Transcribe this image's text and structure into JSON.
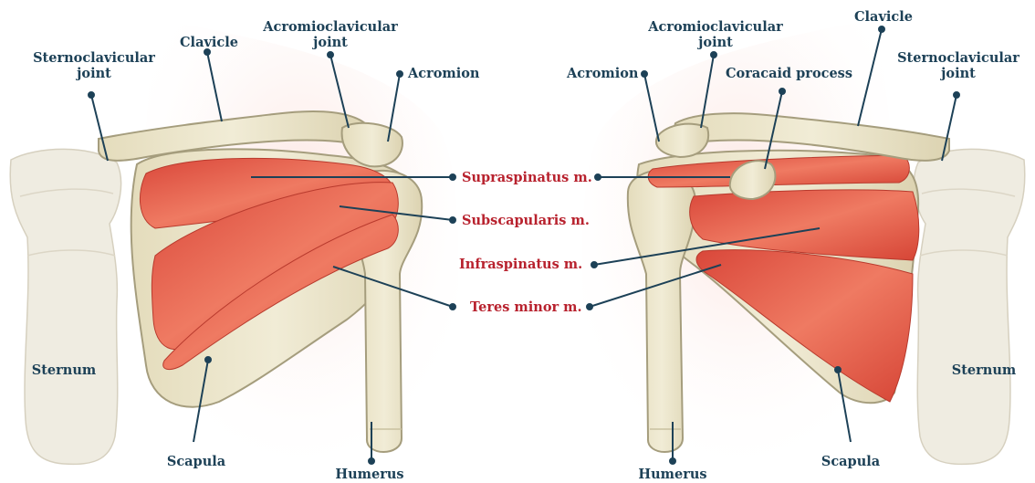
{
  "colors": {
    "structure_label": "#1d4157",
    "muscle_label": "#b8222e",
    "bone": "#e9e3c8",
    "bone_outline": "#a59d7d",
    "muscle": "#e35a48",
    "tendon": "#f8d3c8",
    "skin": "#f9e1dc"
  },
  "labels": {
    "left_sternoclavicular": "Sternoclavicular joint",
    "left_clavicle": "Clavicle",
    "left_acromioclavicular": "Acromioclavicular joint",
    "left_acromion": "Acromion",
    "left_sternum": "Sternum",
    "left_scapula": "Scapula",
    "left_humerus": "Humerus",
    "supraspinatus": "Supraspinatus m.",
    "subscapularis": "Subscapularis m.",
    "infraspinatus": "Infraspinatus m.",
    "teres_minor": "Teres minor m.",
    "right_acromioclavicular": "Acromioclavicular joint",
    "right_acromion": "Acromion",
    "right_coracoid": "Coracaid process",
    "right_clavicle": "Clavicle",
    "right_sternoclavicular": "Sternoclavicular joint",
    "right_sternum": "Sternum",
    "right_scapula": "Scapula",
    "right_humerus": "Humerus"
  }
}
